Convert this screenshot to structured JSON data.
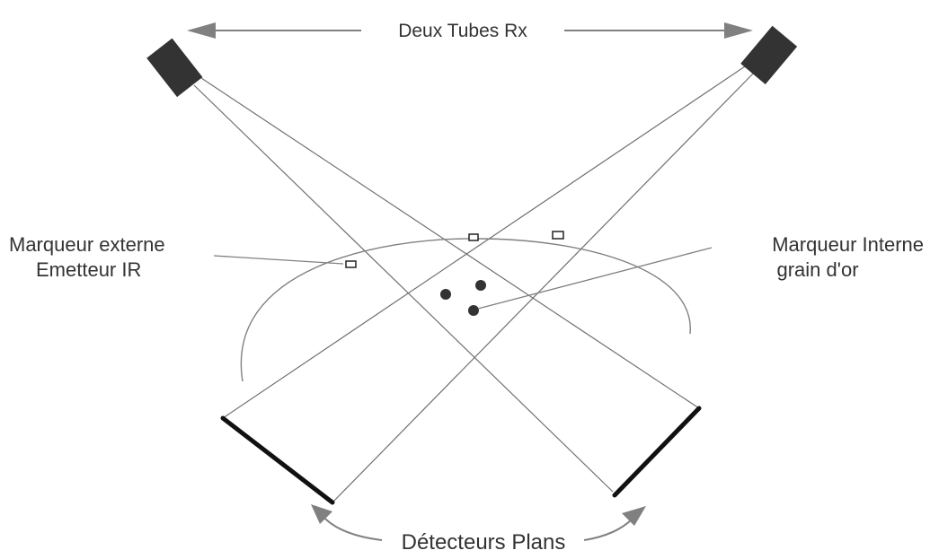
{
  "labels": {
    "tubes": "Deux Tubes Rx",
    "external_marker_line1": "Marqueur externe",
    "external_marker_line2": "Emetteur IR",
    "internal_marker_line1": "Marqueur Interne",
    "internal_marker_line2": "grain d'or",
    "detectors": "Détecteurs Plans"
  }
}
